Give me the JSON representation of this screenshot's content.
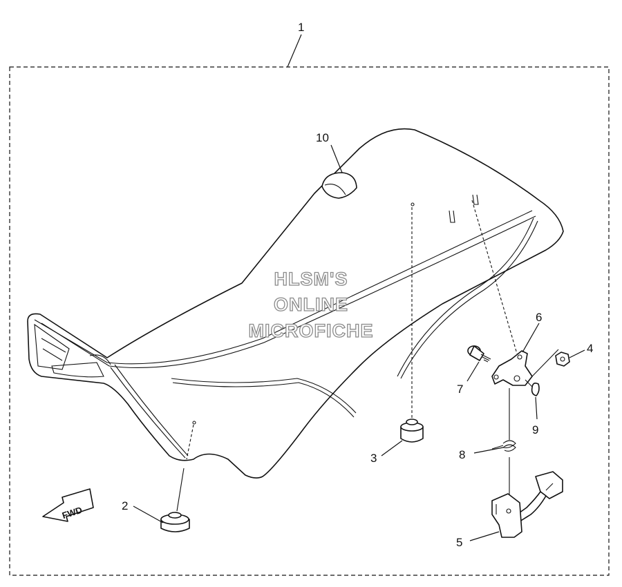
{
  "diagram": {
    "callouts": [
      {
        "id": "1",
        "label": "1"
      },
      {
        "id": "2",
        "label": "2"
      },
      {
        "id": "3",
        "label": "3"
      },
      {
        "id": "4",
        "label": "4"
      },
      {
        "id": "5",
        "label": "5"
      },
      {
        "id": "6",
        "label": "6"
      },
      {
        "id": "7",
        "label": "7"
      },
      {
        "id": "8",
        "label": "8"
      },
      {
        "id": "9",
        "label": "9"
      },
      {
        "id": "10",
        "label": "10"
      }
    ],
    "watermark": {
      "line1": "HLSM'S",
      "line2": "ONLINE",
      "line3": "MICROFICHE"
    },
    "direction_arrow": {
      "label": "FWD"
    }
  }
}
